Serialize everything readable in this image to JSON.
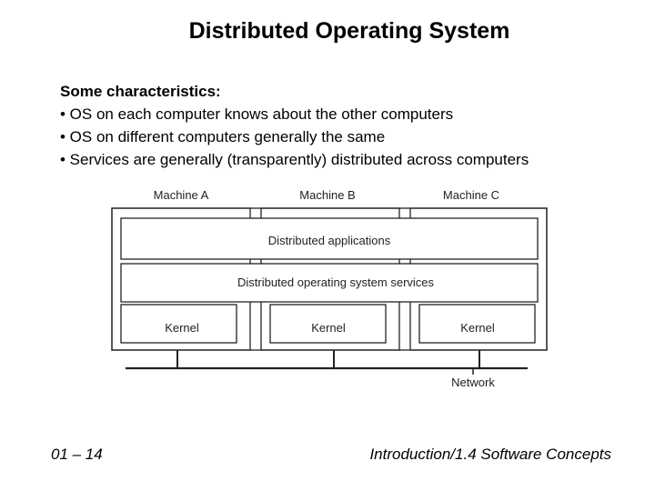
{
  "slide": {
    "title": "Distributed Operating System",
    "intro": "Some characteristics:",
    "bullets": [
      "• OS on each computer knows about the other computers",
      "• OS on different computers generally the same",
      "• Services are generally (transparently) distributed across computers"
    ]
  },
  "diagram": {
    "machines": [
      "Machine A",
      "Machine B",
      "Machine C"
    ],
    "applications_label": "Distributed applications",
    "services_label": "Distributed operating system services",
    "kernel_label": "Kernel",
    "network_label": "Network"
  },
  "footer": {
    "left": "01 – 14",
    "right": "Introduction/1.4 Software Concepts"
  }
}
